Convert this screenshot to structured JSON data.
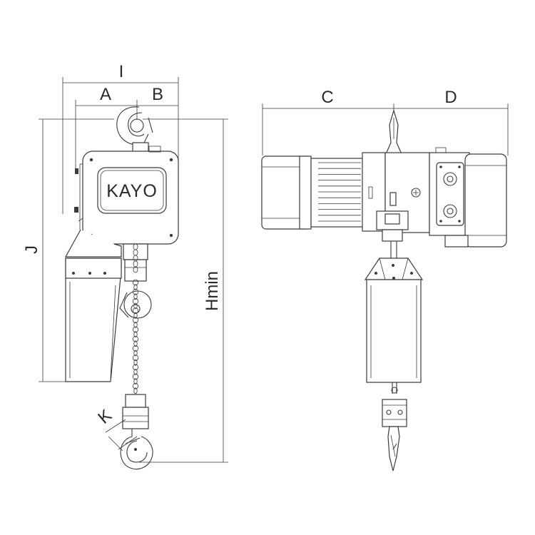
{
  "brand": {
    "logo_text": "KAYO"
  },
  "dimensions": {
    "I": "I",
    "A": "A",
    "B": "B",
    "C": "C",
    "D": "D",
    "J": "J",
    "Hmin": "Hmin",
    "K": "K"
  }
}
